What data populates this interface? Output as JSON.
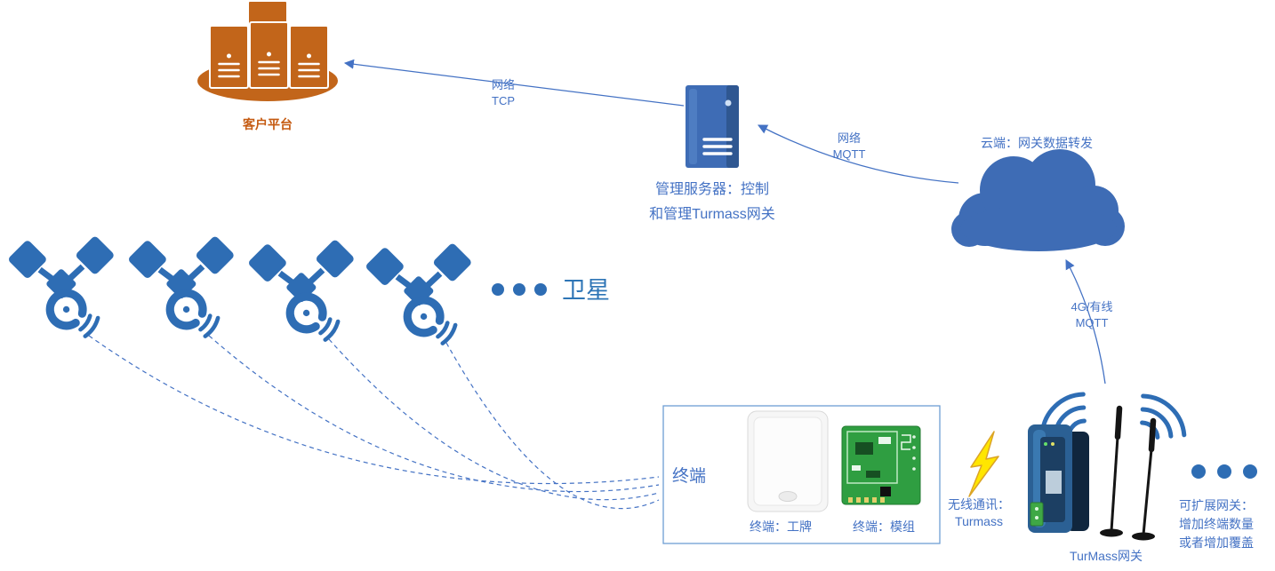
{
  "colors": {
    "icon_blue": "#2E6DB4",
    "shape_blue": "#3E6CB5",
    "text_blue": "#4472C4",
    "platform_orange": "#C2651A",
    "text_orange": "#C55A11",
    "pcb_green": "#2F9E41",
    "lightning_yellow": "#FFE600",
    "box_border_blue": "#6E9ED4"
  },
  "nodes": {
    "customer_platform": {
      "label": "客户平台"
    },
    "management_server": {
      "label": "管理服务器：控制\n和管理Turmass网关"
    },
    "cloud": {
      "label": "云端：网关数据转发"
    },
    "satellites": {
      "label": "卫星",
      "count": 4
    },
    "terminal_box": {
      "label": "终端",
      "badge_label": "终端：工牌",
      "module_label": "终端：模组"
    },
    "wireless_link": {
      "label": "无线通讯：\nTurmass"
    },
    "gateway": {
      "label": "TurMass网关"
    },
    "expandable": {
      "label": "可扩展网关：\n增加终端数量\n或者增加覆盖"
    }
  },
  "edges": {
    "tcp": {
      "label": "网络\nTCP"
    },
    "mqtt_cloud_server": {
      "label": "网络\nMQTT"
    },
    "mqtt_gateway_cloud": {
      "label": "4G/有线\nMQTT"
    }
  }
}
